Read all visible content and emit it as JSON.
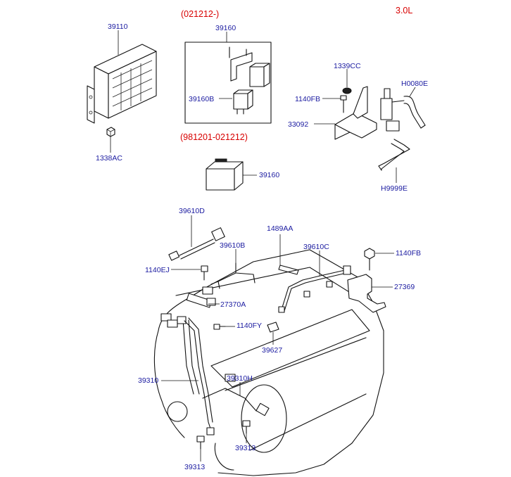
{
  "header": {
    "engine": "3.0L",
    "period_new": "(021212-)",
    "period_old": "(981201-021212)"
  },
  "labels": {
    "ecu": "39110",
    "ecu_nut": "1338AC",
    "relay_new": "39160",
    "relay_new_sub": "39160B",
    "relay_old": "39160",
    "cap": "1339CC",
    "bracket_bolt": "1140FB",
    "bracket": "33092",
    "hose_upper": "H0080E",
    "hose_lower": "H9999E",
    "harness_sensor": "39610D",
    "clip": "1489AA",
    "harness_b": "39610B",
    "harness_c": "39610C",
    "bolt_right": "1140FB",
    "bolt_ej": "1140EJ",
    "bracket_right": "27369",
    "holder": "27370A",
    "bolt_fy": "1140FY",
    "clip_small": "39627",
    "harness_main": "39310",
    "harness_h": "39310H",
    "sensor_right": "39313",
    "sensor_left": "39313"
  }
}
